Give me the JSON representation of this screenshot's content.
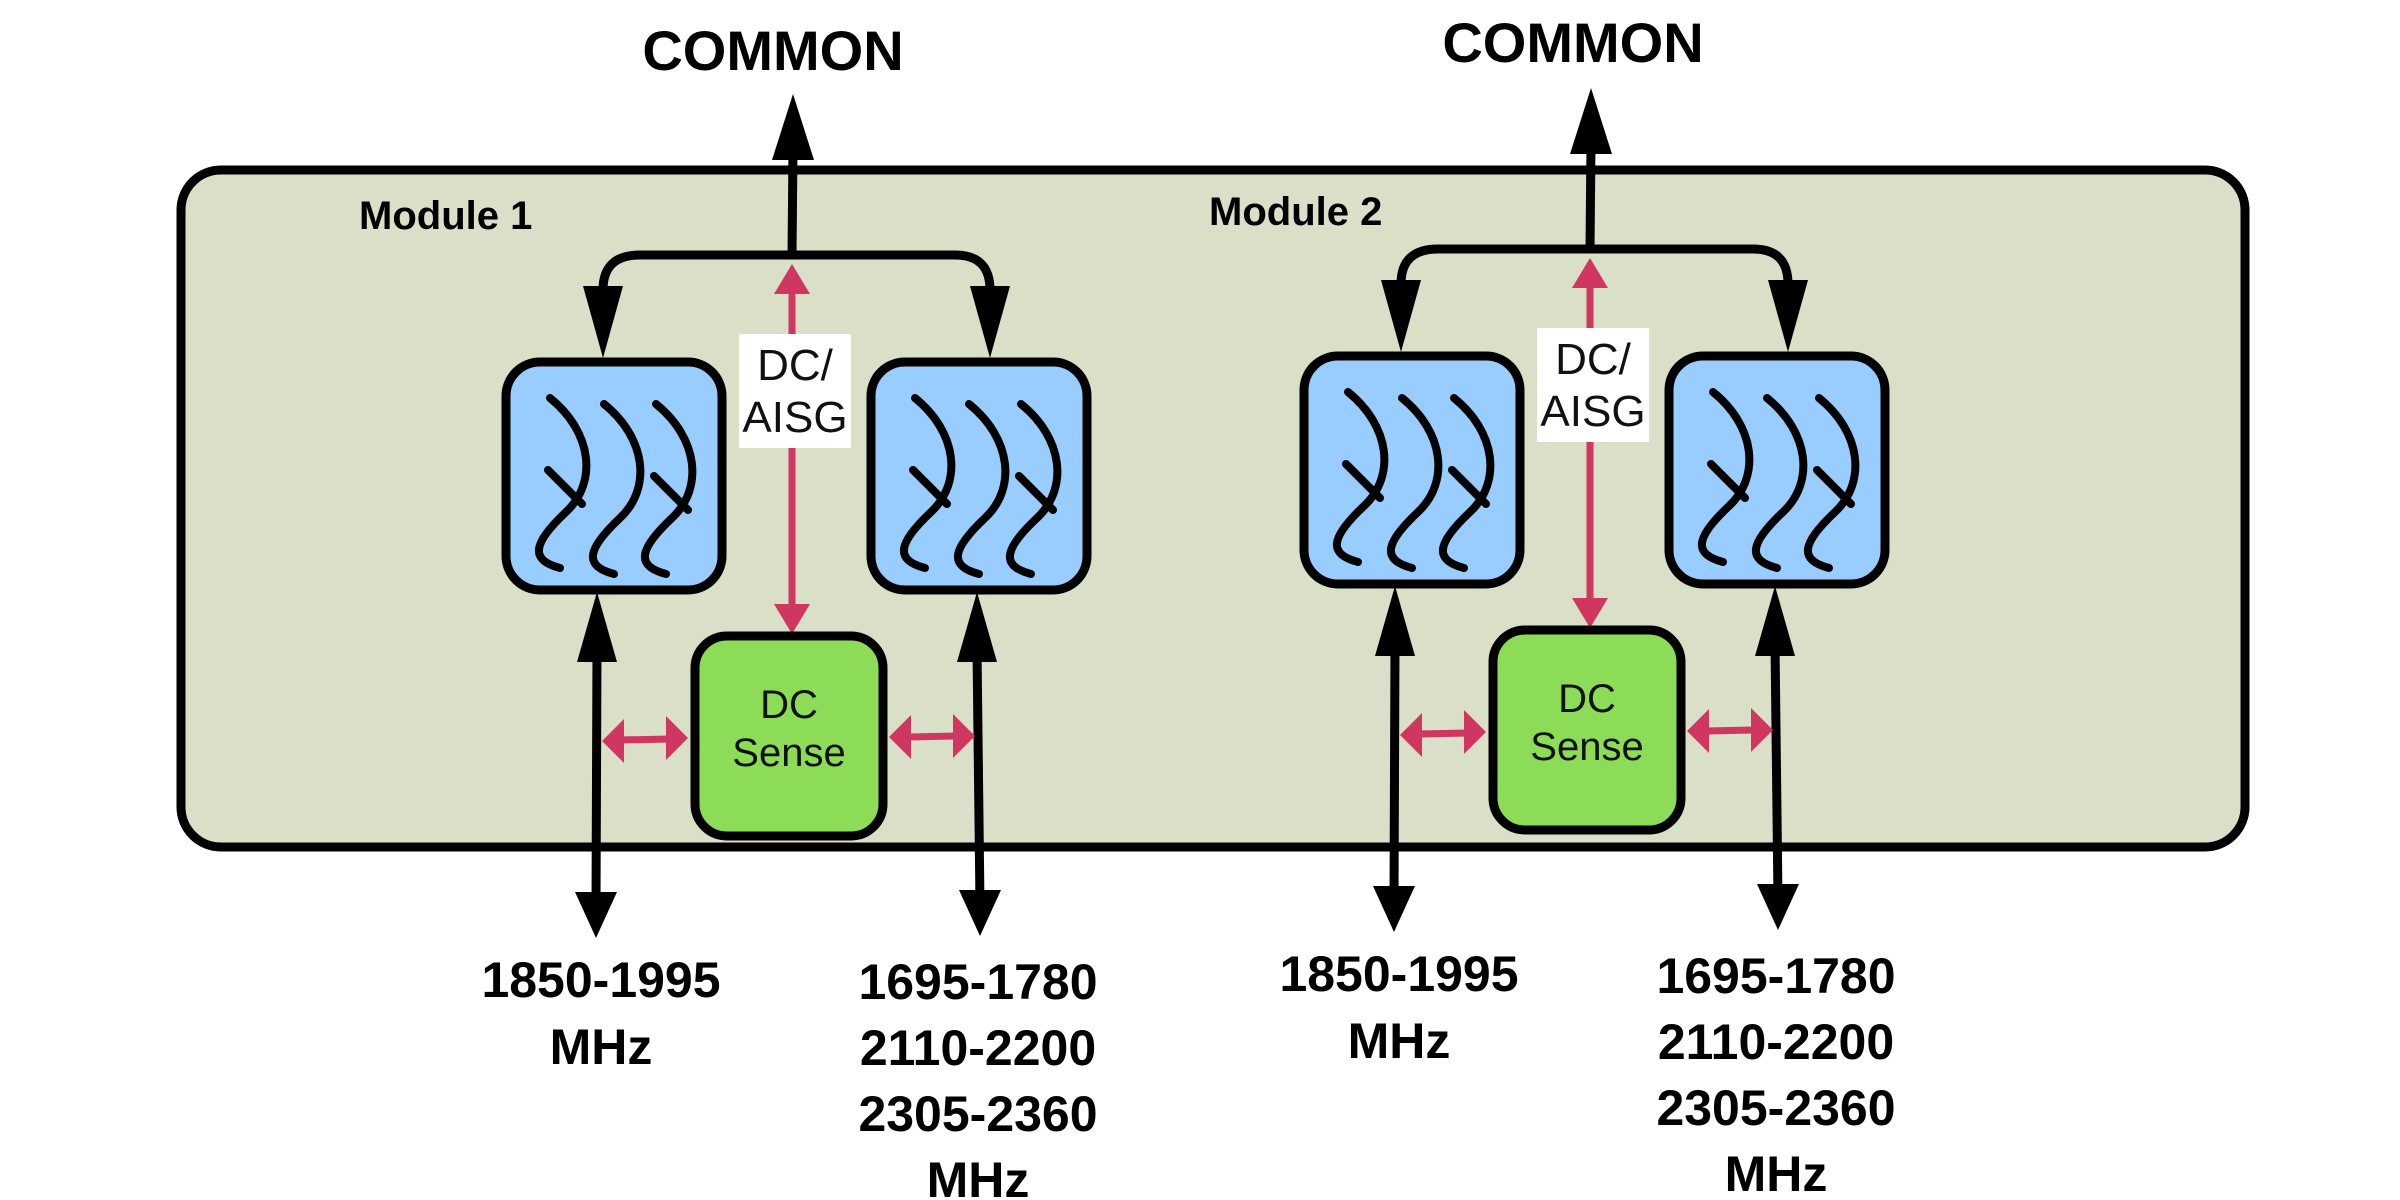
{
  "diagram": {
    "colors": {
      "module_bg": "#dadfc8",
      "filter_fill": "#99ccff",
      "dc_sense_fill": "#8cdc58",
      "dc_line": "#cf3660",
      "stroke": "#000000",
      "label_bg": "#ffffff"
    },
    "modules": [
      {
        "label": "Module 1",
        "common_label": "COMMON",
        "dc_aisg_lines": [
          "DC/",
          "AISG"
        ],
        "dc_sense_lines": [
          "DC",
          "Sense"
        ],
        "left_port_lines": [
          "1850-1995",
          "MHz"
        ],
        "right_port_lines": [
          "1695-1780",
          "2110-2200",
          "2305-2360",
          "MHz"
        ]
      },
      {
        "label": "Module 2",
        "common_label": "COMMON",
        "dc_aisg_lines": [
          "DC/",
          "AISG"
        ],
        "dc_sense_lines": [
          "DC",
          "Sense"
        ],
        "left_port_lines": [
          "1850-1995",
          "MHz"
        ],
        "right_port_lines": [
          "1695-1780",
          "2110-2200",
          "2305-2360",
          "MHz"
        ]
      }
    ]
  }
}
